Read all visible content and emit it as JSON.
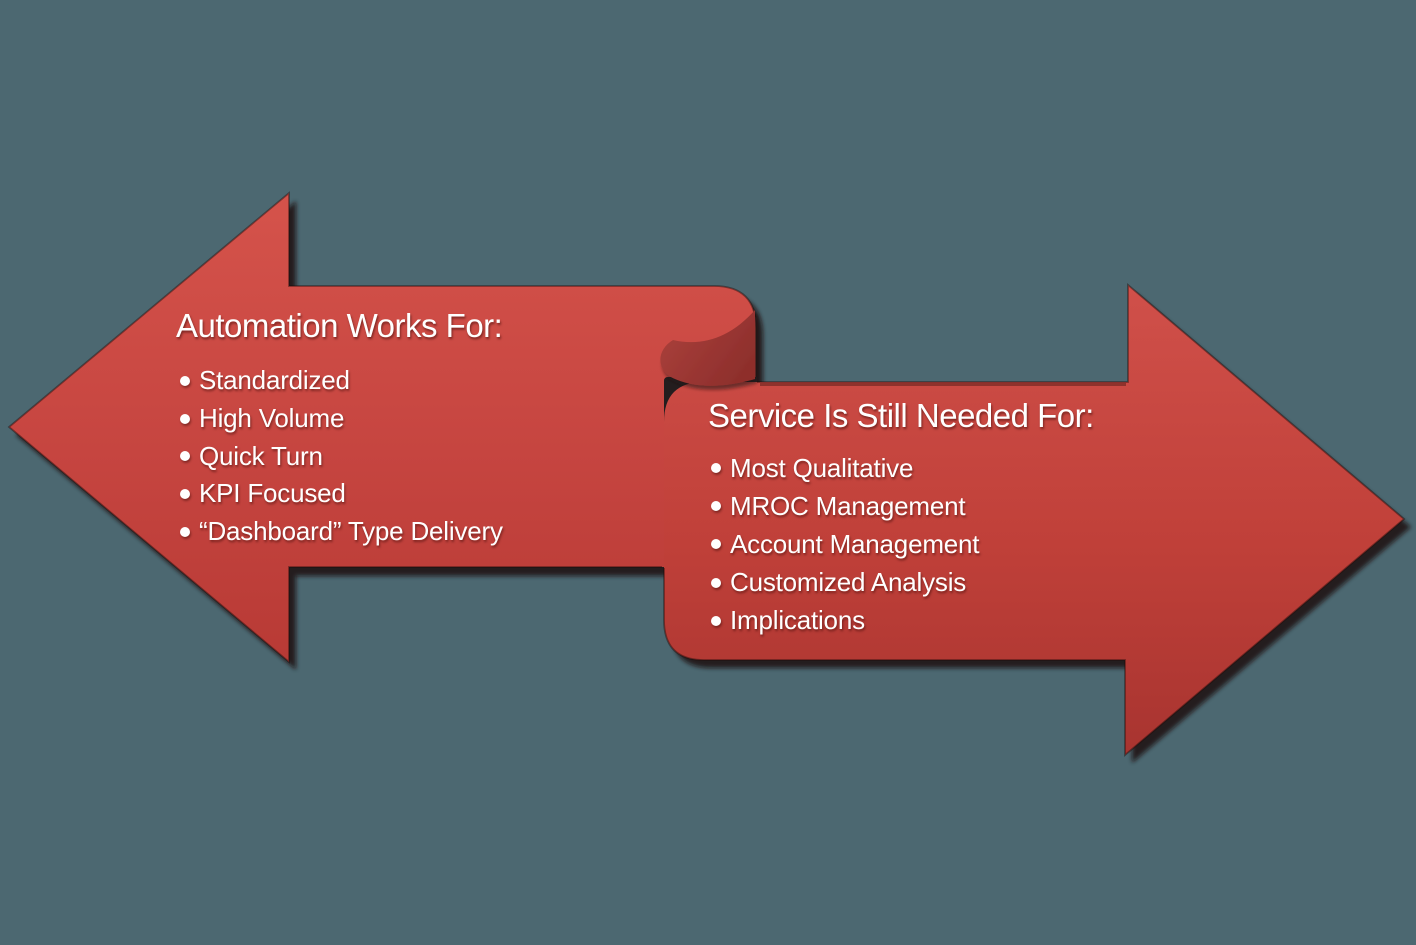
{
  "left_arrow": {
    "title": "Automation Works For:",
    "items": [
      "Standardized",
      "High Volume",
      "Quick Turn",
      "KPI Focused",
      "“Dashboard” Type Delivery"
    ]
  },
  "right_arrow": {
    "title": "Service Is Still Needed For:",
    "items": [
      "Most Qualitative",
      "MROC Management",
      "Account Management",
      "Customized Analysis",
      "Implications"
    ]
  },
  "colors": {
    "background": "#4c6871",
    "arrow_red_light": "#d3504a",
    "arrow_red_dark": "#a83430",
    "curl_underside": "#9c3733",
    "shadow": "#1c0b08",
    "text": "#ffffff"
  }
}
